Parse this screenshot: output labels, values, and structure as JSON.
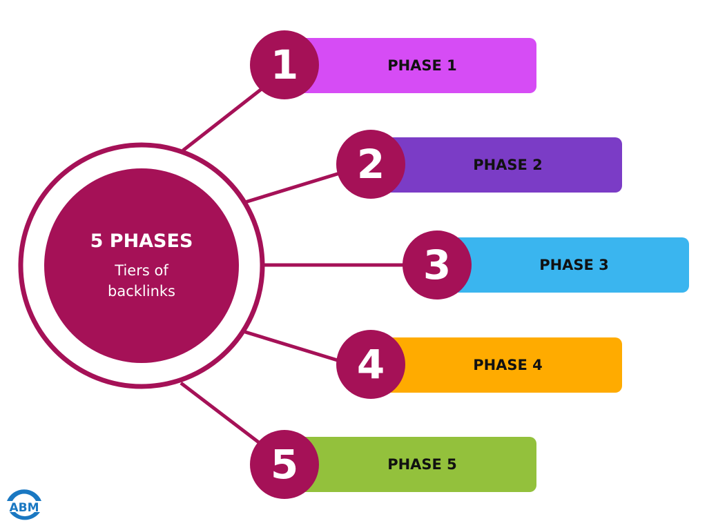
{
  "center": {
    "title": "5 PHASES",
    "subtitle": "Tiers of backlinks"
  },
  "phases": [
    {
      "number": "1",
      "label": "PHASE 1",
      "color": "#d64cf5"
    },
    {
      "number": "2",
      "label": "PHASE 2",
      "color": "#7b3cc6"
    },
    {
      "number": "3",
      "label": "PHASE 3",
      "color": "#3ab5ef"
    },
    {
      "number": "4",
      "label": "PHASE 4",
      "color": "#ffab00"
    },
    {
      "number": "5",
      "label": "PHASE 5",
      "color": "#93c13c"
    }
  ],
  "accent": "#a51157",
  "logo": {
    "text": "ABM"
  }
}
